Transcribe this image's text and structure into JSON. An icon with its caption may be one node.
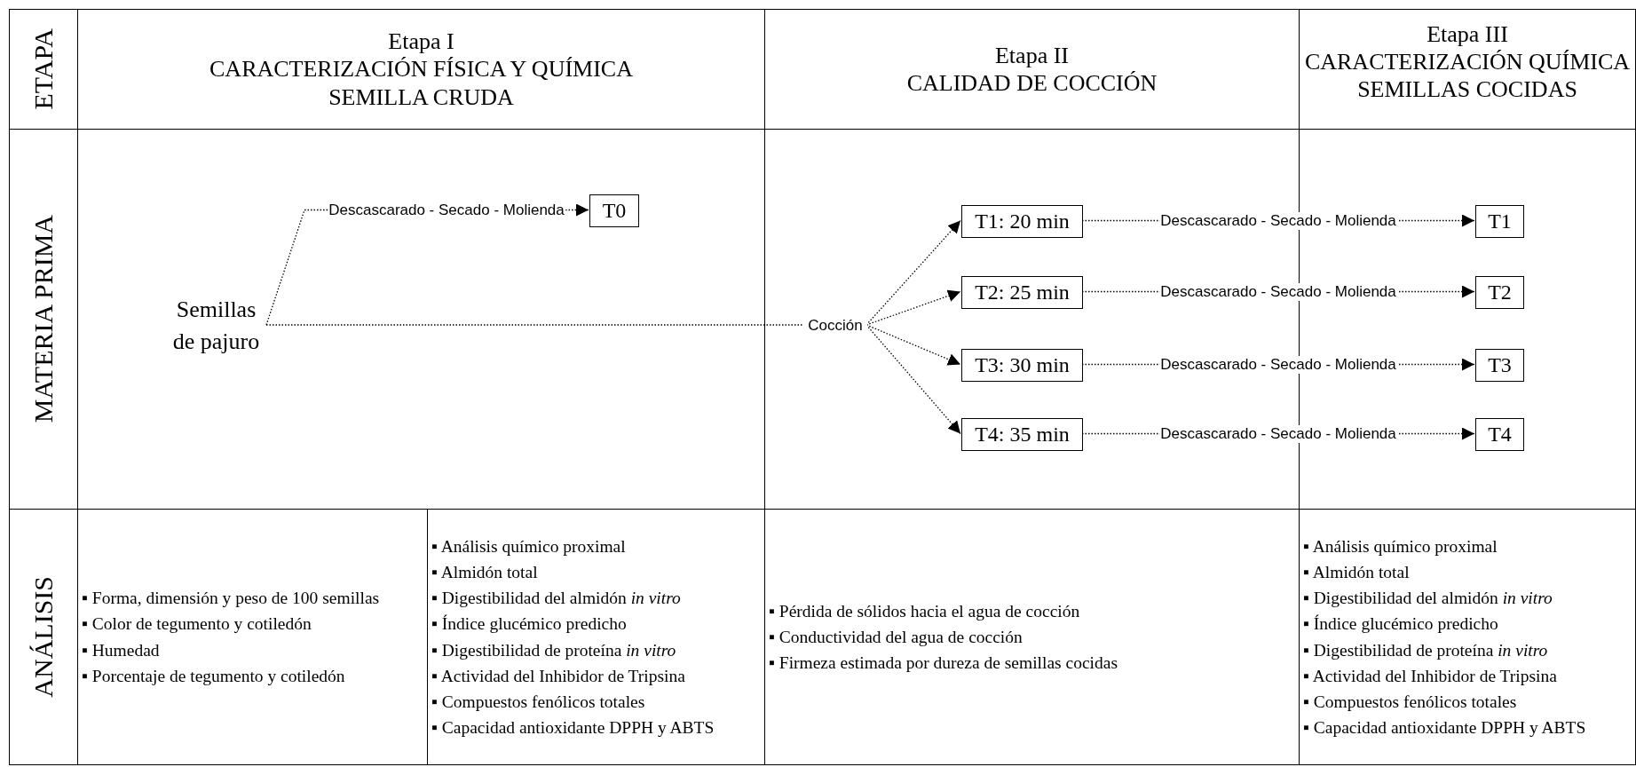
{
  "diagram": {
    "nodes": [
      {
        "text": [
          "ETAPA"
        ]
      },
      {
        "text": [
          "Etapa I",
          "CARACTERIZACIÓN FÍSICA Y QUÍMICA SEMILLA CRUDA"
        ]
      },
      {
        "text": [
          "Etapa II",
          "CALIDAD DE COCCIÓN"
        ]
      },
      {
        "text": [
          "Etapa III",
          "CARACTERIZACIÓN QUÍMICA SEMILLAS COCIDAS"
        ]
      },
      {
        "text": [
          "MATERIA PRIMA"
        ]
      },
      {
        "text": [],
        "shape": "box"
      },
      {
        "text": [],
        "shape": "box"
      },
      {
        "text": [],
        "shape": "box"
      },
      {
        "text": [
          "Semillas de pajuro"
        ],
        "in": 5
      },
      {
        "text": [
          "T0"
        ],
        "in": 5
      },
      {
        "text": [
          "Cocción"
        ],
        "in": 6
      },
      {
        "text": [
          "T1: 20 min"
        ],
        "in": 6
      },
      {
        "text": [
          "T2: 25 min"
        ],
        "in": 6
      },
      {
        "text": [
          "T3: 30 min"
        ],
        "in": 6
      },
      {
        "text": [
          "T4: 35 min"
        ],
        "in": 6
      },
      {
        "text": [
          "T1"
        ],
        "in": 7
      },
      {
        "text": [
          "T2"
        ],
        "in": 7
      },
      {
        "text": [
          "T3"
        ],
        "in": 7
      },
      {
        "text": [
          "T4"
        ],
        "in": 7
      },
      {
        "text": [
          "ANÁLISIS"
        ]
      },
      {
        "text": [
          "▪ Forma, dimensión y peso de 100 semillas",
          "▪ Color de tegumento y cotiledón",
          "▪ Humedad",
          "▪ Porcentaje de tegumento y cotiledón"
        ]
      },
      {
        "text": [
          "▪ Análisis químico proximal",
          "▪ Almidón total",
          "▪ Digestibilidad del almidón *in vitro*",
          "▪ Índice glucémico predicho",
          "▪ Digestibilidad de proteína *in vitro*",
          "▪ Actividad del Inhibidor de Tripsina",
          "▪ Compuestos fenólicos totales",
          "▪ Capacidad antioxidante DPPH y ABTS"
        ]
      },
      {
        "text": [
          "▪ Pérdida de sólidos hacia el agua de cocción",
          "▪ Conductividad del agua de cocción",
          "▪ Firmeza estimada por dureza de semillas cocidas"
        ]
      },
      {
        "text": [
          "▪ Análisis químico proximal",
          "▪ Almidón total",
          "▪ Digestibilidad del almidón *in vitro*",
          "▪ Índice glucémico predicho",
          "▪ Digestibilidad de proteína *in vitro*",
          "▪ Actividad del Inhibidor de Tripsina",
          "▪ Compuestos fenólicos totales",
          "▪ Capacidad antioxidante DPPH y ABTS"
        ]
      }
    ],
    "edges": [
      {
        "from": 8,
        "to": 9,
        "arrow": "to",
        "label": "Descascarado - Secado - Molienda"
      },
      {
        "from": 8,
        "to": 10,
        "arrow": "none"
      },
      {
        "from": 10,
        "to": 11,
        "arrow": "to"
      },
      {
        "from": 10,
        "to": 12,
        "arrow": "to"
      },
      {
        "from": 10,
        "to": 13,
        "arrow": "to"
      },
      {
        "from": 10,
        "to": 14,
        "arrow": "to"
      },
      {
        "from": 11,
        "to": 15,
        "arrow": "to",
        "label": "Descascarado - Secado - Molienda"
      },
      {
        "from": 12,
        "to": 16,
        "arrow": "to",
        "label": "Descascarado - Secado - Molienda"
      },
      {
        "from": 13,
        "to": 17,
        "arrow": "to",
        "label": "Descascarado - Secado - Molienda"
      },
      {
        "from": 14,
        "to": 18,
        "arrow": "to",
        "label": "Descascarado - Secado - Molienda"
      }
    ]
  }
}
